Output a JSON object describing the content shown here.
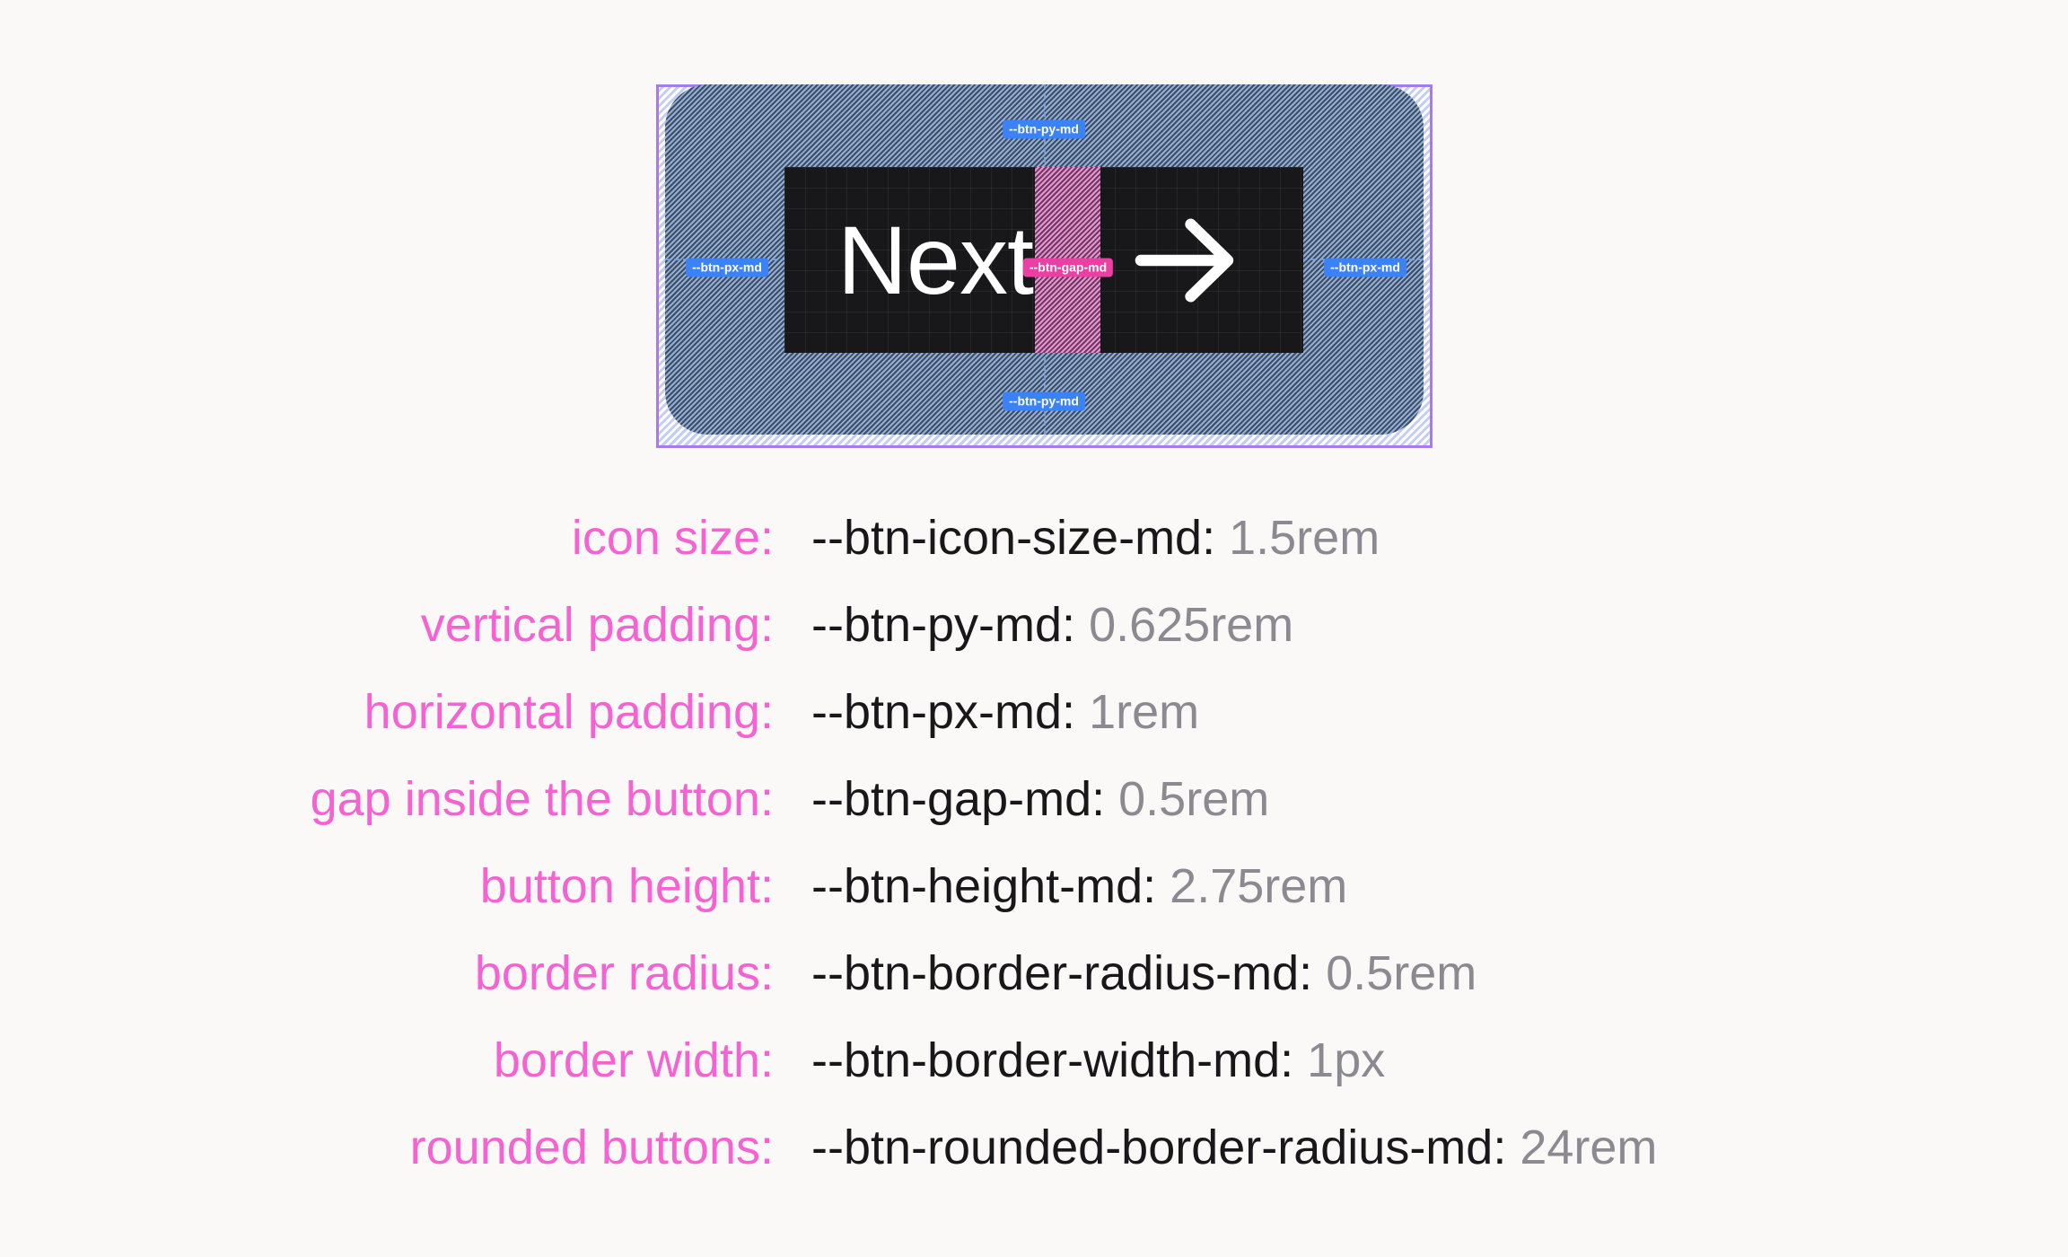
{
  "page": {
    "background_color": "#faf9f7"
  },
  "inspector": {
    "button": {
      "label": "Next",
      "icon": "arrow-right-icon",
      "text_color": "#ffffff",
      "content_background": "#18181b"
    },
    "overlay": {
      "margin_outline_color": "#a77bf0",
      "padding_hatch_color": "#6d87ad",
      "gap_hatch_color": "#c06aa8",
      "badge_blue_color": "#3b82f6",
      "badge_pink_color": "#ec3fa4",
      "guide_color": "#7ca4e0"
    },
    "badges": [
      {
        "id": "py-top",
        "text": "--btn-py-md",
        "style": "blue"
      },
      {
        "id": "py-bottom",
        "text": "--btn-py-md",
        "style": "blue"
      },
      {
        "id": "px-left",
        "text": "--btn-px-md",
        "style": "blue"
      },
      {
        "id": "px-right",
        "text": "--btn-px-md",
        "style": "blue"
      },
      {
        "id": "gap",
        "text": "--btn-gap-md",
        "style": "pink"
      }
    ]
  },
  "tokens": {
    "label_color": "#f563d3",
    "name_color": "#18181b",
    "value_color": "#8a8a90",
    "rows": [
      {
        "label": "icon size:",
        "name": "--btn-icon-size-md:",
        "value": "1.5rem"
      },
      {
        "label": "vertical padding:",
        "name": "--btn-py-md:",
        "value": "0.625rem"
      },
      {
        "label": "horizontal padding:",
        "name": "--btn-px-md:",
        "value": "1rem"
      },
      {
        "label": "gap inside the button:",
        "name": "--btn-gap-md:",
        "value": "0.5rem"
      },
      {
        "label": "button height:",
        "name": "--btn-height-md:",
        "value": "2.75rem"
      },
      {
        "label": "border radius:",
        "name": "--btn-border-radius-md:",
        "value": "0.5rem"
      },
      {
        "label": "border width:",
        "name": "--btn-border-width-md:",
        "value": "1px"
      },
      {
        "label": "rounded buttons:",
        "name": "--btn-rounded-border-radius-md:",
        "value": "24rem"
      }
    ]
  }
}
